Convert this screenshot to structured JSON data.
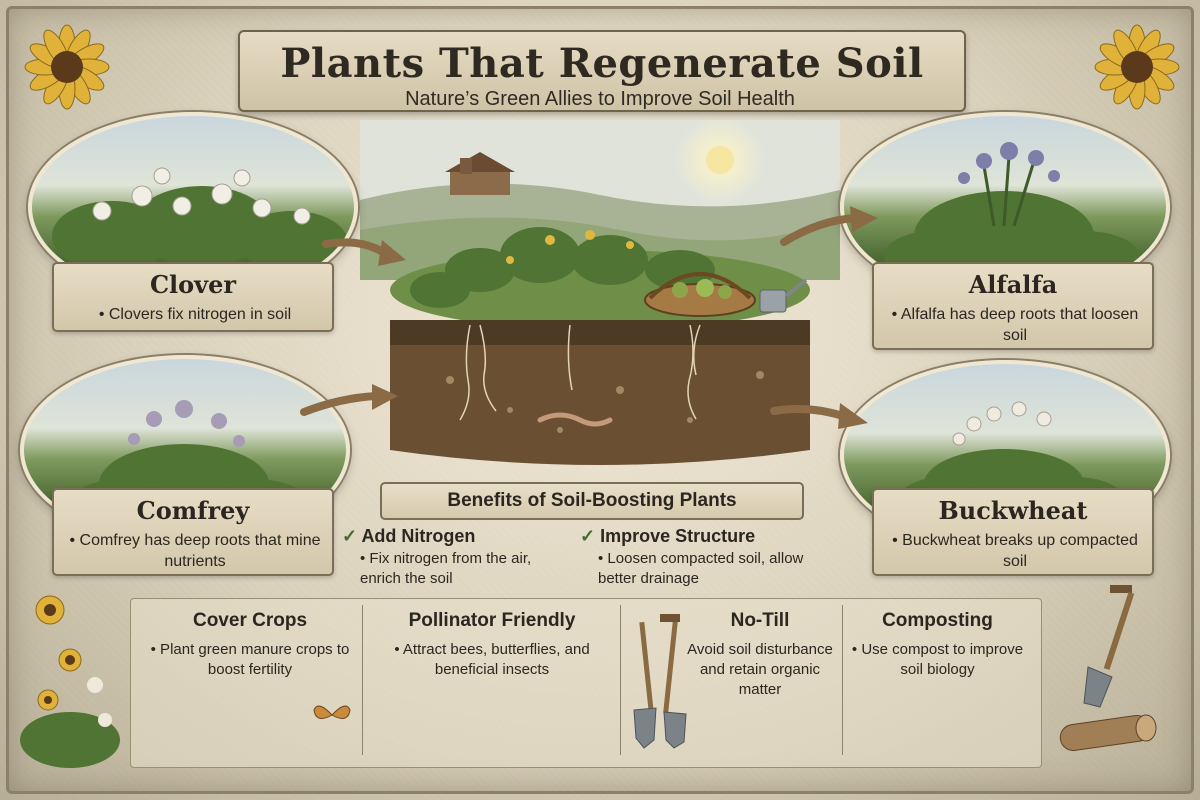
{
  "header": {
    "title": "Plants That Regenerate Soil",
    "subtitle": "Nature’s Green Allies to Improve Soil Health"
  },
  "plants": [
    {
      "name": "Clover",
      "desc": "• Clovers fix nitrogen in soil"
    },
    {
      "name": "Alfalfa",
      "desc": "• Alfalfa has deep roots that loosen soil"
    },
    {
      "name": "Comfrey",
      "desc": "• Comfrey has deep roots that mine nutrients"
    },
    {
      "name": "Buckwheat",
      "desc": "• Buckwheat breaks up compacted soil"
    }
  ],
  "benefits": {
    "header": "Benefits of Soil-Boosting Plants",
    "items": [
      {
        "check": "✓",
        "title": "Add Nitrogen",
        "desc": "• Fix nitrogen from the air, enrich the soil"
      },
      {
        "check": "✓",
        "title": "Improve Structure",
        "desc": "• Loosen compacted soil, allow better drainage"
      }
    ]
  },
  "practices": [
    {
      "title": "Cover Crops",
      "desc": "• Plant green manure crops to boost fertility"
    },
    {
      "title": "Pollinator Friendly",
      "desc": "• Attract bees, butterflies, and beneficial insects"
    },
    {
      "title": "No-Till",
      "desc": "Avoid soil disturbance and retain organic matter"
    },
    {
      "title": "Composting",
      "desc": "• Use compost to improve soil biology"
    }
  ],
  "colors": {
    "parchment": "#d9d1bd",
    "ink": "#2b2720",
    "leaf": "#4d6b35",
    "soil": "#6b5638",
    "check": "#3f6d2b"
  }
}
